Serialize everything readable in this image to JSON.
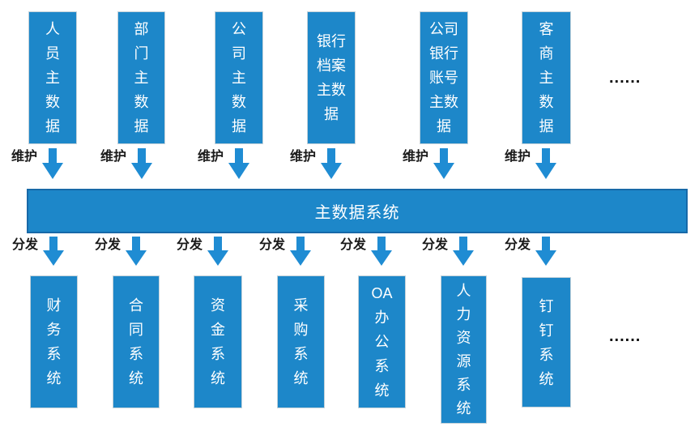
{
  "colors": {
    "shape_blue": "#1d87c9",
    "arrow_blue": "#1f8cd3",
    "bar_border": "#1769a8",
    "box_border": "#c4d2da",
    "label_color": "#1a1a1a"
  },
  "flows": {
    "maintain_label": "维护",
    "distribute_label": "分发"
  },
  "bar": {
    "text": "主数据系统"
  },
  "top_row": {
    "ellipsis": "......",
    "boxes": [
      {
        "text": "人员主数据",
        "lines": "人\n员\n主\n数\n据"
      },
      {
        "text": "部门主数据",
        "lines": "部\n门\n主\n数\n据"
      },
      {
        "text": "公司主数据",
        "lines": "公\n司\n主\n数\n据"
      },
      {
        "text": "银行档案主数据",
        "lines": "银行\n档案\n主数\n据"
      },
      {
        "text": "公司银行账号主数据",
        "lines": "公司\n银行\n账号\n主数\n据"
      },
      {
        "text": "客商主数据",
        "lines": "客\n商\n主\n数\n据"
      }
    ]
  },
  "bottom_row": {
    "ellipsis": "......",
    "boxes": [
      {
        "text": "财务系统",
        "lines": "财\n务\n系\n统"
      },
      {
        "text": "合同系统",
        "lines": "合\n同\n系\n统"
      },
      {
        "text": "资金系统",
        "lines": "资\n金\n系\n统"
      },
      {
        "text": "采购系统",
        "lines": "采\n购\n系\n统"
      },
      {
        "text": "OA办公系统",
        "lines": "OA\n办\n公\n系\n统"
      },
      {
        "text": "人力资源系统",
        "lines": "人\n力\n资\n源\n系\n统"
      },
      {
        "text": "钉钉系统",
        "lines": "钉\n钉\n系\n统"
      }
    ]
  }
}
